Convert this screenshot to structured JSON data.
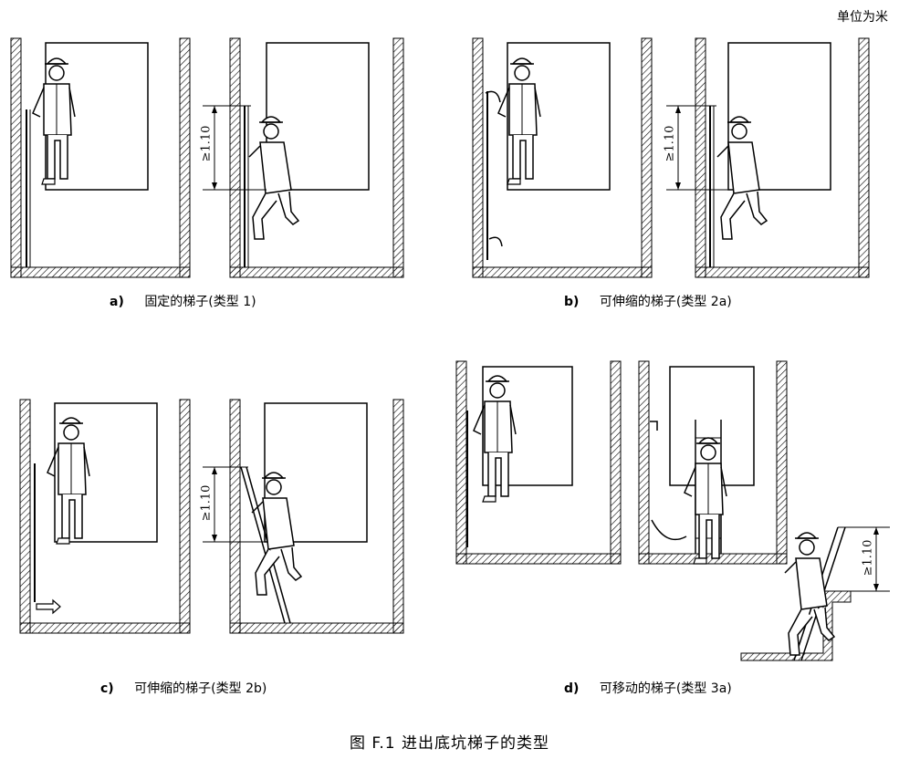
{
  "unit_note": "单位为米",
  "dimension_label": "≥1.10",
  "panels": [
    {
      "caption_letter": "a)",
      "caption_text": "固定的梯子(类型 1)"
    },
    {
      "caption_letter": "b)",
      "caption_text": "可伸缩的梯子(类型 2a)"
    },
    {
      "caption_letter": "c)",
      "caption_text": "可伸缩的梯子(类型 2b)"
    },
    {
      "caption_letter": "d)",
      "caption_text": "可移动的梯子(类型 3a)"
    }
  ],
  "figure_title": "图 F.1   进出底坑梯子的类型",
  "colors": {
    "line": "#000000",
    "background": "#ffffff"
  }
}
